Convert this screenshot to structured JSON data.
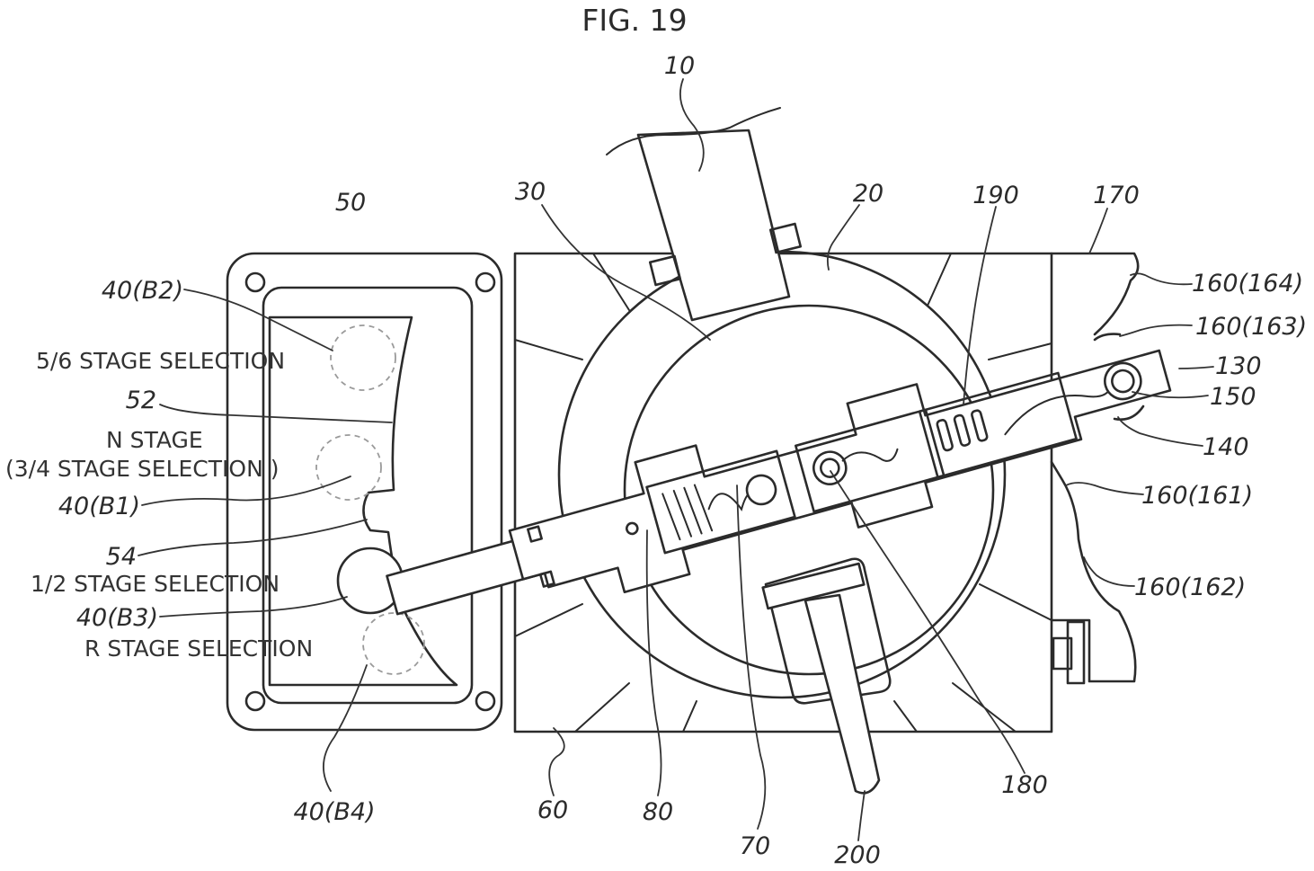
{
  "figure": {
    "title": "FIG. 19",
    "refs": {
      "r10": "10",
      "r20": "20",
      "r30": "30",
      "r50": "50",
      "r190": "190",
      "r170": "170",
      "r160_164": "160(164)",
      "r160_163": "160(163)",
      "r130": "130",
      "r150": "150",
      "r140": "140",
      "r160_161": "160(161)",
      "r160_162": "160(162)",
      "r40_b2": "40(B2)",
      "r52": "52",
      "r40_b1": "40(B1)",
      "r54": "54",
      "r40_b3": "40(B3)",
      "r40_b4": "40(B4)",
      "r60": "60",
      "r80": "80",
      "r70": "70",
      "r200": "200",
      "r180": "180"
    },
    "captions": {
      "stage_56": "5/6  STAGE SELECTION",
      "n_stage": "N  STAGE",
      "stage_34": "(3/4  STAGE SELECTION )",
      "stage_12": "1/2  STAGE SELECTION",
      "r_stage": "R  STAGE SELECTION"
    }
  }
}
